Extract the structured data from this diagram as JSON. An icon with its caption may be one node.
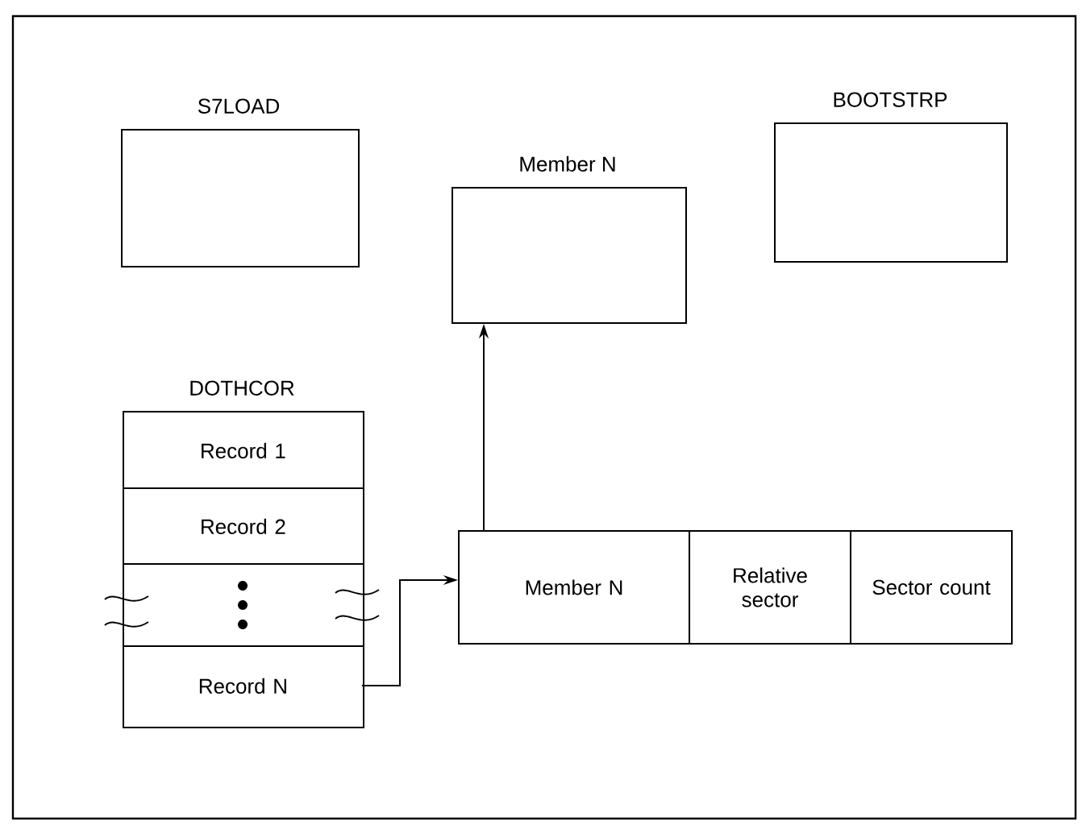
{
  "diagram": {
    "nodes": [
      {
        "text": [
          "S7LOAD"
        ]
      },
      {
        "text": [
          "Member N"
        ]
      },
      {
        "text": [
          "BOOTSTRP"
        ]
      },
      {
        "text": [
          "DOTHCOR"
        ]
      },
      {
        "text": [
          "Record 1"
        ],
        "in": 3
      },
      {
        "text": [
          "Record 2"
        ],
        "in": 3
      },
      {
        "text": [],
        "shape": "box",
        "in": 3
      },
      {
        "text": [
          "Record N"
        ],
        "in": 3
      },
      {
        "text": [
          "Member N"
        ]
      },
      {
        "text": [
          "Relative sector"
        ]
      },
      {
        "text": [
          "Sector count"
        ]
      }
    ],
    "edges": [
      {
        "from": 7,
        "to": 8,
        "arrow": "to"
      },
      {
        "from": 8,
        "to": 1,
        "arrow": "to"
      }
    ]
  }
}
